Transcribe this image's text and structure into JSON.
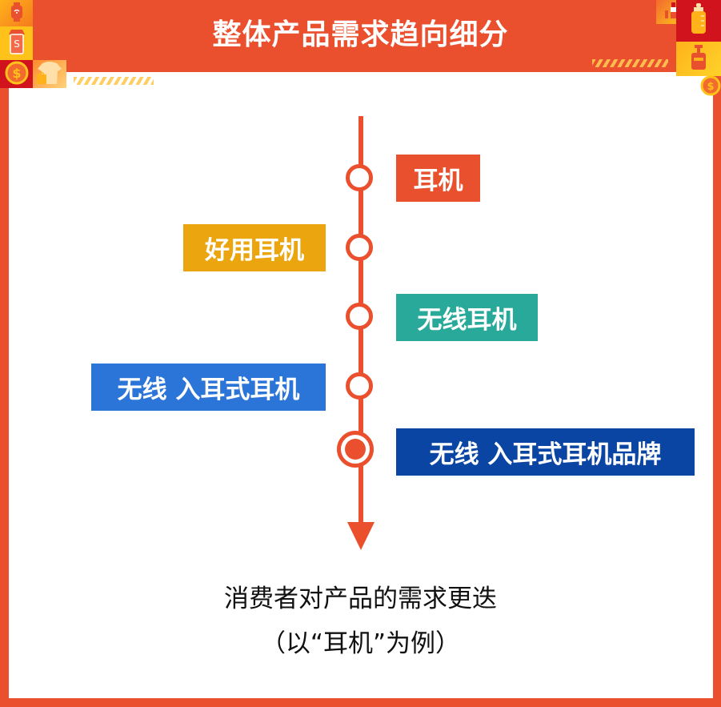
{
  "header": {
    "title": "整体产品需求趋向细分",
    "background_color": "#ea4f2e"
  },
  "decorations": {
    "left_icons": [
      "smartwatch-icon",
      "shop-phone-icon",
      "coin-dollar-icon",
      "shirt-bag-icon"
    ],
    "right_icons": [
      "lipstick-icon",
      "baby-bottle-icon",
      "lotion-bottle-icon",
      "coin-dollar-icon"
    ]
  },
  "timeline": {
    "line_color": "#ea4f2e",
    "steps": [
      {
        "label": "耳机",
        "side": "right",
        "color": "#e8502e",
        "active": false
      },
      {
        "label": "好用耳机",
        "side": "left",
        "color": "#eba50f",
        "active": false
      },
      {
        "label": "无线耳机",
        "side": "right",
        "color": "#28a99a",
        "active": false
      },
      {
        "label": "无线 入耳式耳机",
        "side": "left",
        "color": "#2b74d8",
        "active": false
      },
      {
        "label": "无线 入耳式耳机品牌",
        "side": "right",
        "color": "#0a45a4",
        "active": true
      }
    ]
  },
  "caption": {
    "line1": "消费者对产品的需求更迭",
    "line2": "（以“耳机”为例）"
  }
}
